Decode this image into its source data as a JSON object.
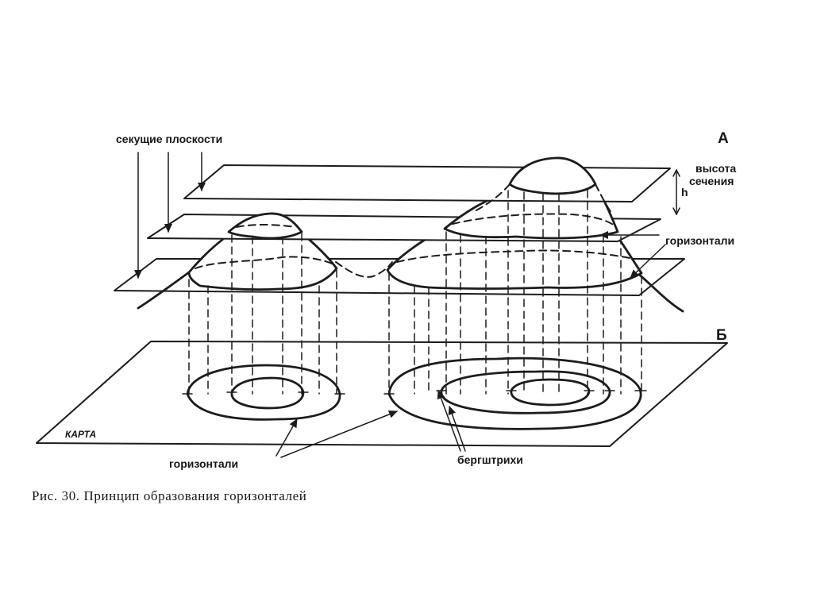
{
  "figure": {
    "section_a": "А",
    "section_b": "Б",
    "cutting_planes_label": "секущие плоскости",
    "section_height_label": [
      "высота",
      "сечения"
    ],
    "h_label": "h",
    "contours_label_upper": "горизонтали",
    "map_label": "КАРТА",
    "contours_label_lower": "горизонтали",
    "slope_ticks_label": "бергштрихи"
  },
  "caption": "Рис. 30. Принцип образования горизонталей"
}
